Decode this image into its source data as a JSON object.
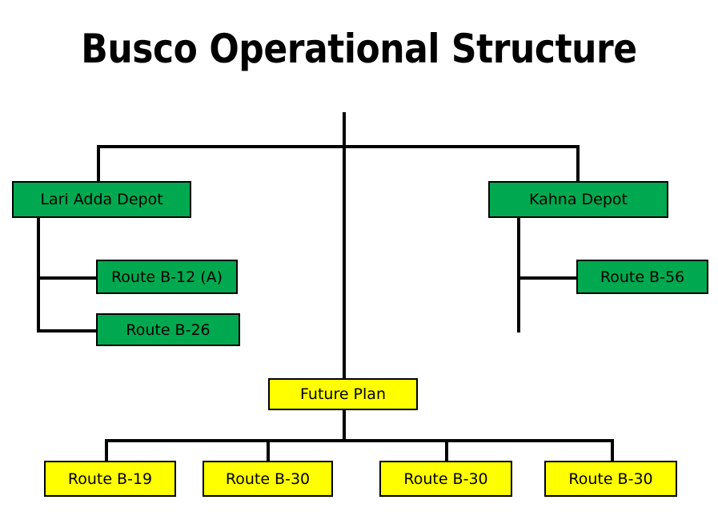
{
  "chart_data": {
    "type": "diagram",
    "diagram_type": "organizational-chart",
    "title": "Busco Operational Structure",
    "colors": {
      "depot_fill": "#00A94F",
      "route_fill": "#00A94F",
      "future_fill": "#FFFF00",
      "border": "#000000",
      "background": "#FFFFFF",
      "connector": "#000000"
    },
    "nodes": [
      {
        "id": "root",
        "label": "",
        "type": "trunk",
        "color": "none"
      },
      {
        "id": "lari",
        "label": "Lari Adda Depot",
        "type": "depot",
        "color": "#00A94F"
      },
      {
        "id": "kahna",
        "label": "Kahna Depot",
        "type": "depot",
        "color": "#00A94F"
      },
      {
        "id": "b12a",
        "label": "Route B-12 (A)",
        "type": "route",
        "color": "#00A94F"
      },
      {
        "id": "b26",
        "label": "Route B-26",
        "type": "route",
        "color": "#00A94F"
      },
      {
        "id": "b56",
        "label": "Route B-56",
        "type": "route",
        "color": "#00A94F"
      },
      {
        "id": "future",
        "label": "Future Plan",
        "type": "plan",
        "color": "#FFFF00"
      },
      {
        "id": "b19",
        "label": "Route B-19",
        "type": "future-route",
        "color": "#FFFF00"
      },
      {
        "id": "b30a",
        "label": "Route B-30",
        "type": "future-route",
        "color": "#FFFF00"
      },
      {
        "id": "b30b",
        "label": "Route B-30",
        "type": "future-route",
        "color": "#FFFF00"
      },
      {
        "id": "b30c",
        "label": "Route B-30",
        "type": "future-route",
        "color": "#FFFF00"
      }
    ],
    "edges": [
      {
        "from": "root",
        "to": "lari"
      },
      {
        "from": "root",
        "to": "kahna"
      },
      {
        "from": "lari",
        "to": "b12a"
      },
      {
        "from": "lari",
        "to": "b26"
      },
      {
        "from": "kahna",
        "to": "b56"
      },
      {
        "from": "root",
        "to": "future"
      },
      {
        "from": "future",
        "to": "b19"
      },
      {
        "from": "future",
        "to": "b30a"
      },
      {
        "from": "future",
        "to": "b30b"
      },
      {
        "from": "future",
        "to": "b30c"
      }
    ]
  },
  "title": "Busco Operational Structure",
  "nodes": {
    "lari_adda_depot": "Lari Adda Depot",
    "kahna_depot": "Kahna Depot",
    "route_b12a": "Route B-12 (A)",
    "route_b26": "Route B-26",
    "route_b56": "Route B-56",
    "future_plan": "Future Plan",
    "route_b19": "Route B-19",
    "route_b30_1": "Route B-30",
    "route_b30_2": "Route B-30",
    "route_b30_3": "Route B-30"
  }
}
